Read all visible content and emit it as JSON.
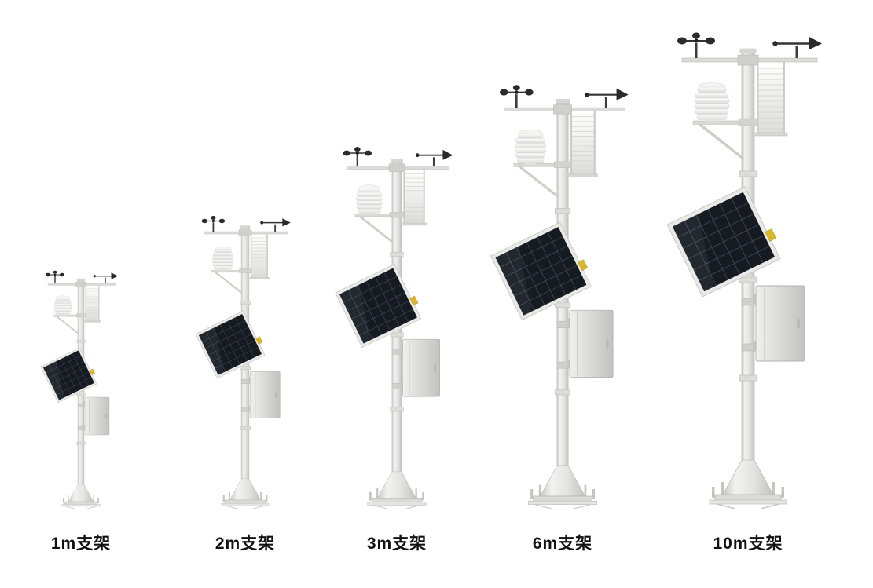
{
  "stations": [
    {
      "label": "1m支架",
      "height": "1m"
    },
    {
      "label": "2m支架",
      "height": "2m"
    },
    {
      "label": "3m支架",
      "height": "3m"
    },
    {
      "label": "6m支架",
      "height": "6m"
    },
    {
      "label": "10m支架",
      "height": "10m"
    }
  ],
  "colors": {
    "background": "#ffffff",
    "label_text": "#111111",
    "solar_panel_dark": "#161b22",
    "junction_box_yellow": "#d9b62c",
    "hardware_gray": "#dcdcd8",
    "wind_sensor_dark": "#2b2b2b"
  },
  "components": [
    "anemometer",
    "wind-vane",
    "radiation-shield",
    "louver-sensor-column",
    "solar-panel",
    "equipment-enclosure",
    "pole",
    "pole-base"
  ]
}
